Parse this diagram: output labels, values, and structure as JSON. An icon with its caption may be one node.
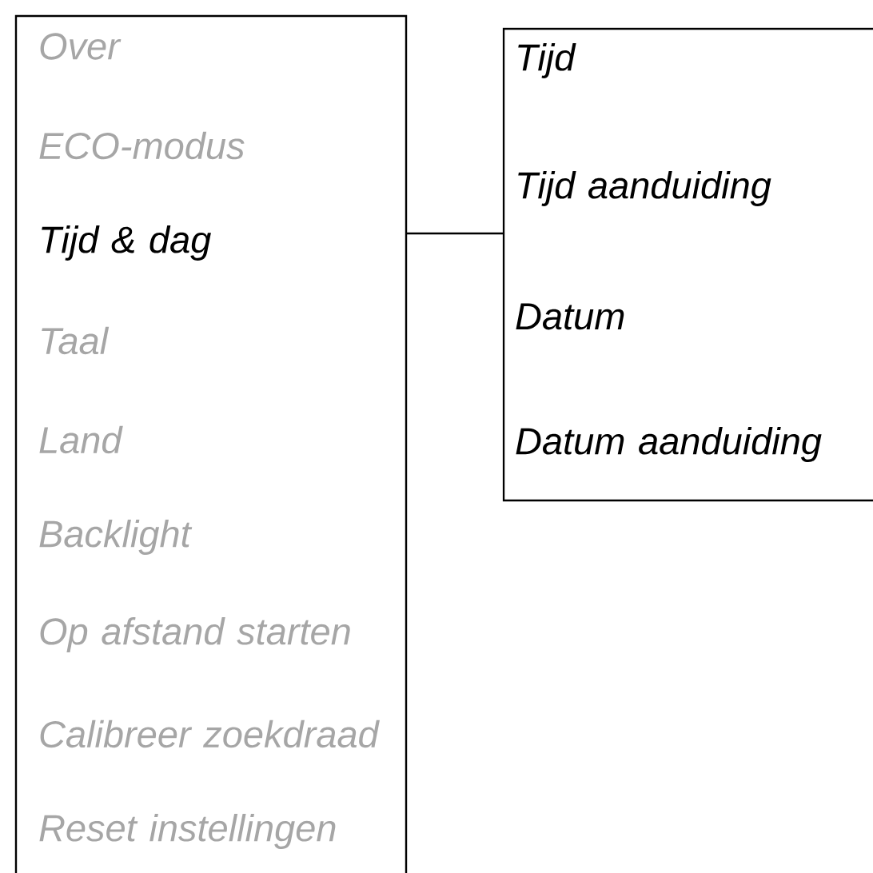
{
  "diagram": {
    "nodes": [
      {
        "text": [],
        "shape": "box"
      },
      {
        "text": [
          "Over"
        ],
        "in": 0
      },
      {
        "text": [
          "ECO-modus"
        ],
        "in": 0
      },
      {
        "text": [
          "Tijd & dag"
        ],
        "in": 0
      },
      {
        "text": [
          "Taal"
        ],
        "in": 0
      },
      {
        "text": [
          "Land"
        ],
        "in": 0
      },
      {
        "text": [
          "Backlight"
        ],
        "in": 0
      },
      {
        "text": [
          "Op afstand starten"
        ],
        "in": 0
      },
      {
        "text": [
          "Calibreer zoekdraad"
        ],
        "in": 0
      },
      {
        "text": [
          "Reset instellingen"
        ],
        "in": 0
      },
      {
        "text": [],
        "shape": "box"
      },
      {
        "text": [
          "Tijd"
        ],
        "in": 10
      },
      {
        "text": [
          "Tijd aanduiding"
        ],
        "in": 10
      },
      {
        "text": [
          "Datum"
        ],
        "in": 10
      },
      {
        "text": [
          "Datum aanduiding"
        ],
        "in": 10
      }
    ],
    "edges": [
      {
        "from": 0,
        "to": 10,
        "arrow": "none"
      }
    ]
  }
}
